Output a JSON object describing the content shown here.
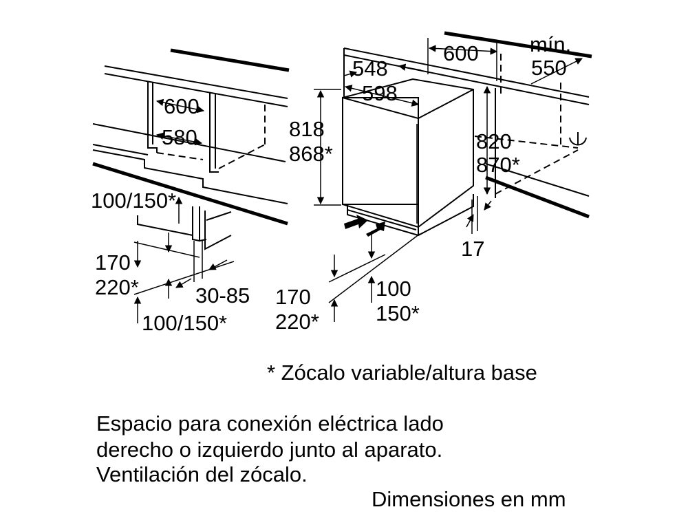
{
  "left": {
    "width_600": "600",
    "width_580": "580",
    "plinth_100_150": "100/150*",
    "plinth_170": "170",
    "plinth_220": "220*",
    "gap_30_85": "30-85",
    "bottom_100_150": "100/150*"
  },
  "right": {
    "min_label": "mín.",
    "min_550": "550",
    "width_600": "600",
    "depth_548": "548",
    "width_598": "598",
    "height_818": "818",
    "height_868": "868*",
    "height_820": "820",
    "height_870": "870*",
    "gap_17": "17",
    "plinth_170": "170",
    "plinth_220": "220*",
    "plinth_100": "100",
    "plinth_150": "150*"
  },
  "notes": {
    "footnote": "* Zócalo variable/altura base",
    "line1": "Espacio para conexión eléctrica lado",
    "line2": "derecho o izquierdo junto al aparato.",
    "line3": "Ventilación del zócalo.",
    "units": "Dimensiones en mm"
  }
}
